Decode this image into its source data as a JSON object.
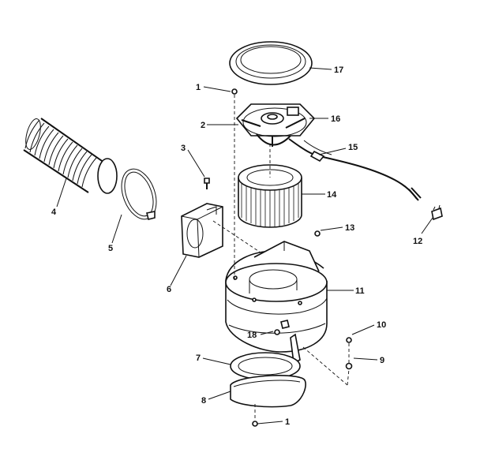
{
  "callouts": {
    "c1_top": "1",
    "c1_bottom": "1",
    "c2": "2",
    "c3": "3",
    "c4": "4",
    "c5": "5",
    "c6": "6",
    "c7": "7",
    "c8": "8",
    "c9": "9",
    "c10": "10",
    "c11": "11",
    "c12": "12",
    "c13": "13",
    "c14": "14",
    "c15": "15",
    "c16": "16",
    "c17": "17",
    "c18": "18"
  }
}
